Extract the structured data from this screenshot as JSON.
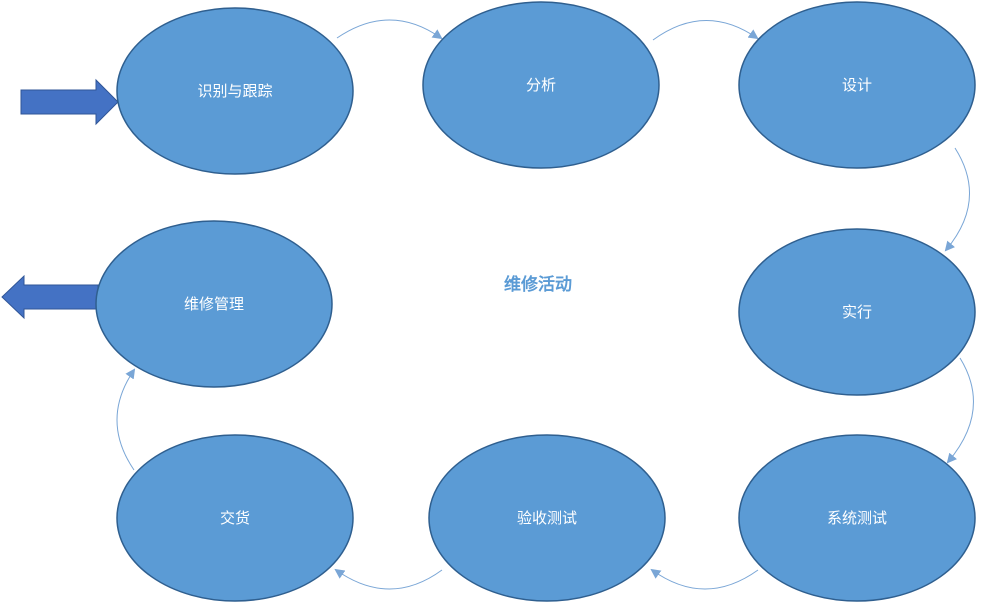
{
  "diagram": {
    "center_title": "维修活动",
    "nodes": [
      {
        "id": "identify",
        "label": "识别与跟踪"
      },
      {
        "id": "analysis",
        "label": "分析"
      },
      {
        "id": "design",
        "label": "设计"
      },
      {
        "id": "implement",
        "label": "实行"
      },
      {
        "id": "system-test",
        "label": "系统测试"
      },
      {
        "id": "acceptance-test",
        "label": "验收测试"
      },
      {
        "id": "delivery",
        "label": "交货"
      },
      {
        "id": "maintenance-mgmt",
        "label": "维修管理"
      }
    ]
  },
  "colors": {
    "node_fill": "#5b9bd5",
    "node_stroke": "#2f5f8f",
    "arrow": "#7aa6d6",
    "big_arrow": "#4472c4",
    "title": "#5b9bd5"
  }
}
